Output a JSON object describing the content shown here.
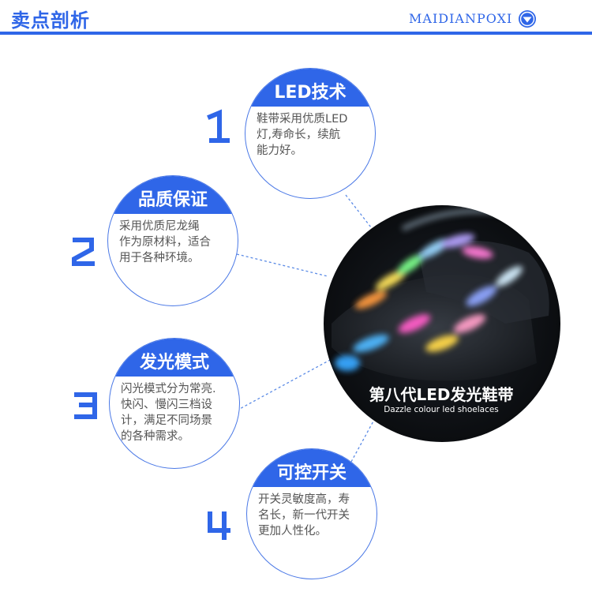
{
  "header": {
    "title": "卖点剖析",
    "english": "MAIDIANPOXI",
    "icon": "chevron-down-circle-icon",
    "accent": "#2f66e8"
  },
  "features": [
    {
      "number": "1",
      "title": "LED技术",
      "lines": [
        "鞋带采用优质LED",
        "灯,寿命长，续航",
        "能力好。"
      ]
    },
    {
      "number": "2",
      "title": "品质保证",
      "lines": [
        "采用优质尼龙绳",
        "作为原材料，适合",
        "用于各种环境。"
      ]
    },
    {
      "number": "3",
      "title": "发光模式",
      "lines": [
        "闪光模式分为常亮.",
        "快闪、慢闪三档设",
        "计，满足不同场景",
        "的各种需求。"
      ]
    },
    {
      "number": "4",
      "title": "可控开关",
      "lines": [
        "开关灵敏度高，寿",
        "名长，新一代开关",
        "更加人性化。"
      ]
    }
  ],
  "product": {
    "title": "第八代LED发光鞋带",
    "subtitle": "Dazzle colour led shoelaces",
    "image": "glowing-shoelaces-photo"
  }
}
